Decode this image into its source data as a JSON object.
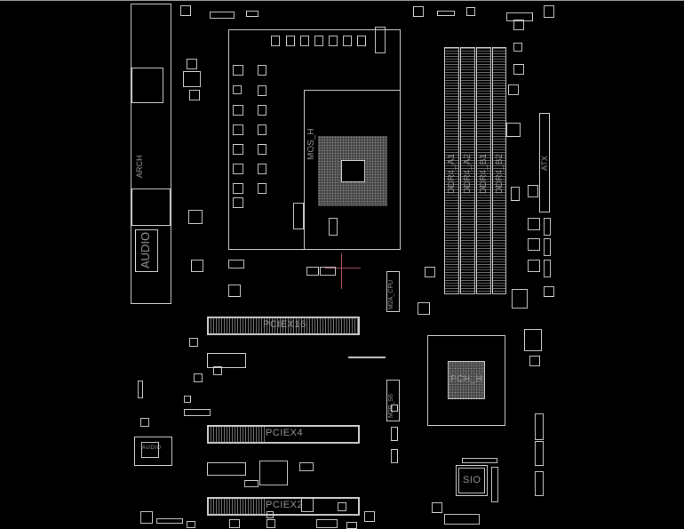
{
  "board": {
    "labels": {
      "vrm": "MOS_H",
      "dimm_a1": "DDR4_A1",
      "dimm_a2": "DDR4_A2",
      "dimm_b1": "DDR4_B1",
      "dimm_b2": "DDR4_B2",
      "atx": "ATX",
      "m2a": "M2A_CPU",
      "m2b": "M2B_S6",
      "pcie16": "PCIEX16",
      "pcie4": "PCIEX4",
      "pcie2": "PCIEX2",
      "pch": "PCH_H",
      "sio": "SIO",
      "audio": "AUDIO",
      "audio_small": "AUDIO",
      "io_label": "ARCH"
    },
    "colors": {
      "background": "#000000",
      "outline": "#d8d8d8",
      "label": "#9a9a9a",
      "cursor": "#b05060"
    }
  }
}
